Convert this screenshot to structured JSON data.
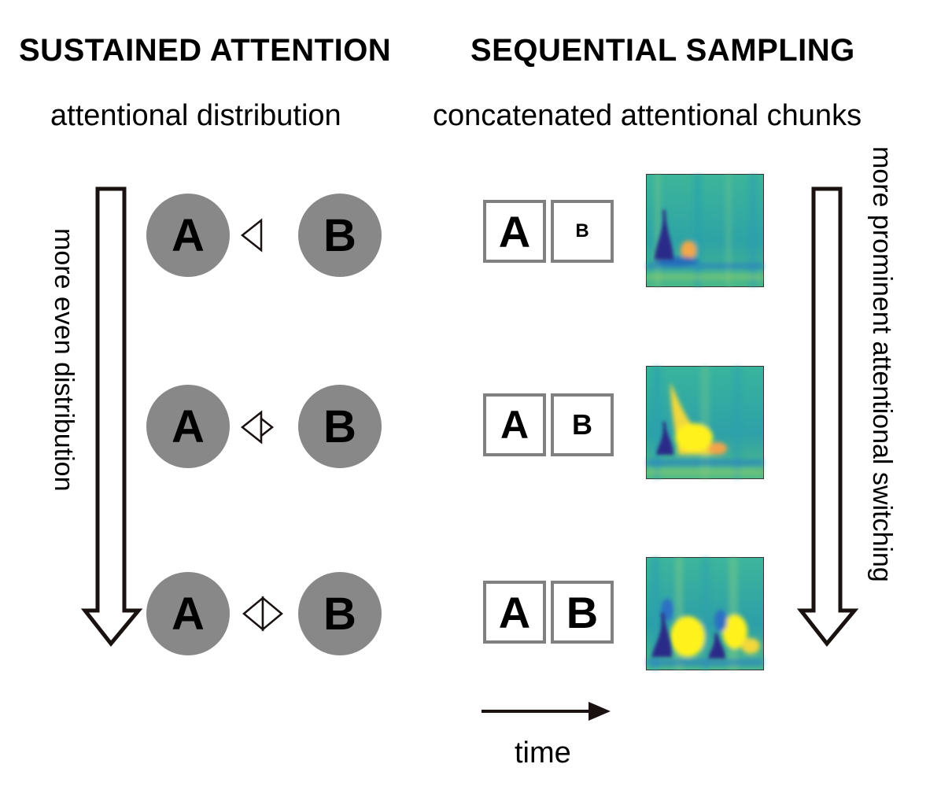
{
  "left": {
    "title": "SUSTAINED ATTENTION",
    "subtitle": "attentional distribution",
    "arrow_label": "more even distribution",
    "rows": [
      {
        "a": "A",
        "b": "B",
        "balance": 0.0
      },
      {
        "a": "A",
        "b": "B",
        "balance": 0.5
      },
      {
        "a": "A",
        "b": "B",
        "balance": 1.0
      }
    ]
  },
  "right": {
    "title": "SEQUENTIAL SAMPLING",
    "subtitle": "concatenated attentional chunks",
    "arrow_label": "more prominent attentional switching",
    "time_label": "time",
    "rows": [
      {
        "a": "A",
        "b": "B",
        "b_relative_size": 0.35
      },
      {
        "a": "A",
        "b": "B",
        "b_relative_size": 0.6
      },
      {
        "a": "A",
        "b": "B",
        "b_relative_size": 1.0
      }
    ]
  },
  "colors": {
    "circle": "#888888",
    "box_border": "#808080",
    "arrow": "#1a1111",
    "spectrogram_base": "#2fae9c",
    "spectrogram_low": "#2a2a8e",
    "spectrogram_high": "#f7ea1e"
  }
}
